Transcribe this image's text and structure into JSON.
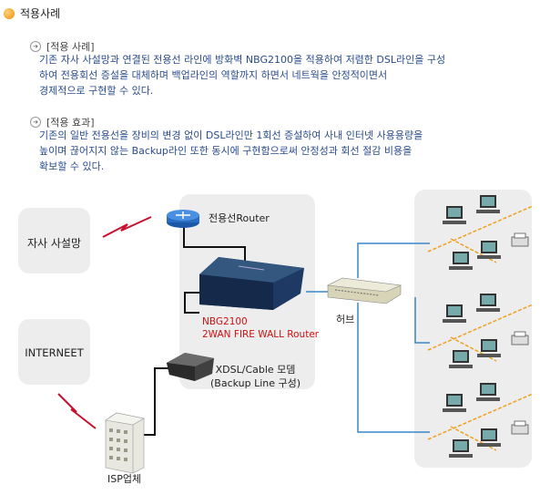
{
  "page_title": "적용사례",
  "sections": [
    {
      "heading": "[적용 사례]",
      "lines": [
        "기존 자사 사설망과 연결된 전용선 라인에 방화벽 NBG2100을 적용하여 저렴한 DSL라인을 구성",
        "하여 전용회선 증설을 대체하며 백업라인의 역할까지 하면서 네트웍을 안정적이면서",
        "경제적으로 구현할 수 있다."
      ]
    },
    {
      "heading": "[적용 효과]",
      "lines": [
        "기존의 일반 전용선을 장비의 변경 없이 DSL라인만 1회선 증설하여 사내 인터넷 사용용량을",
        "높이며 끊어지지 않는 Backup라인 또한 동시에 구현함으로써 안정성과 회선 절감 비용을",
        "확보할 수 있다."
      ]
    }
  ],
  "diagram": {
    "private_net": "자사 사설망",
    "internet": "INTERNEET",
    "router": "전용선Router",
    "nbg_model": "NBG2100",
    "nbg_desc": "2WAN FIRE WALL Router",
    "modem_line1": "XDSL/Cable 모뎀",
    "modem_line2": "(Backup Line 구성)",
    "hub": "허브",
    "isp": "ISP업체"
  },
  "colors": {
    "accent_red": "#d01010",
    "link_blue": "#3a86c8",
    "text_blue": "#2a4c8c",
    "lan_orange": "#f0a020"
  }
}
